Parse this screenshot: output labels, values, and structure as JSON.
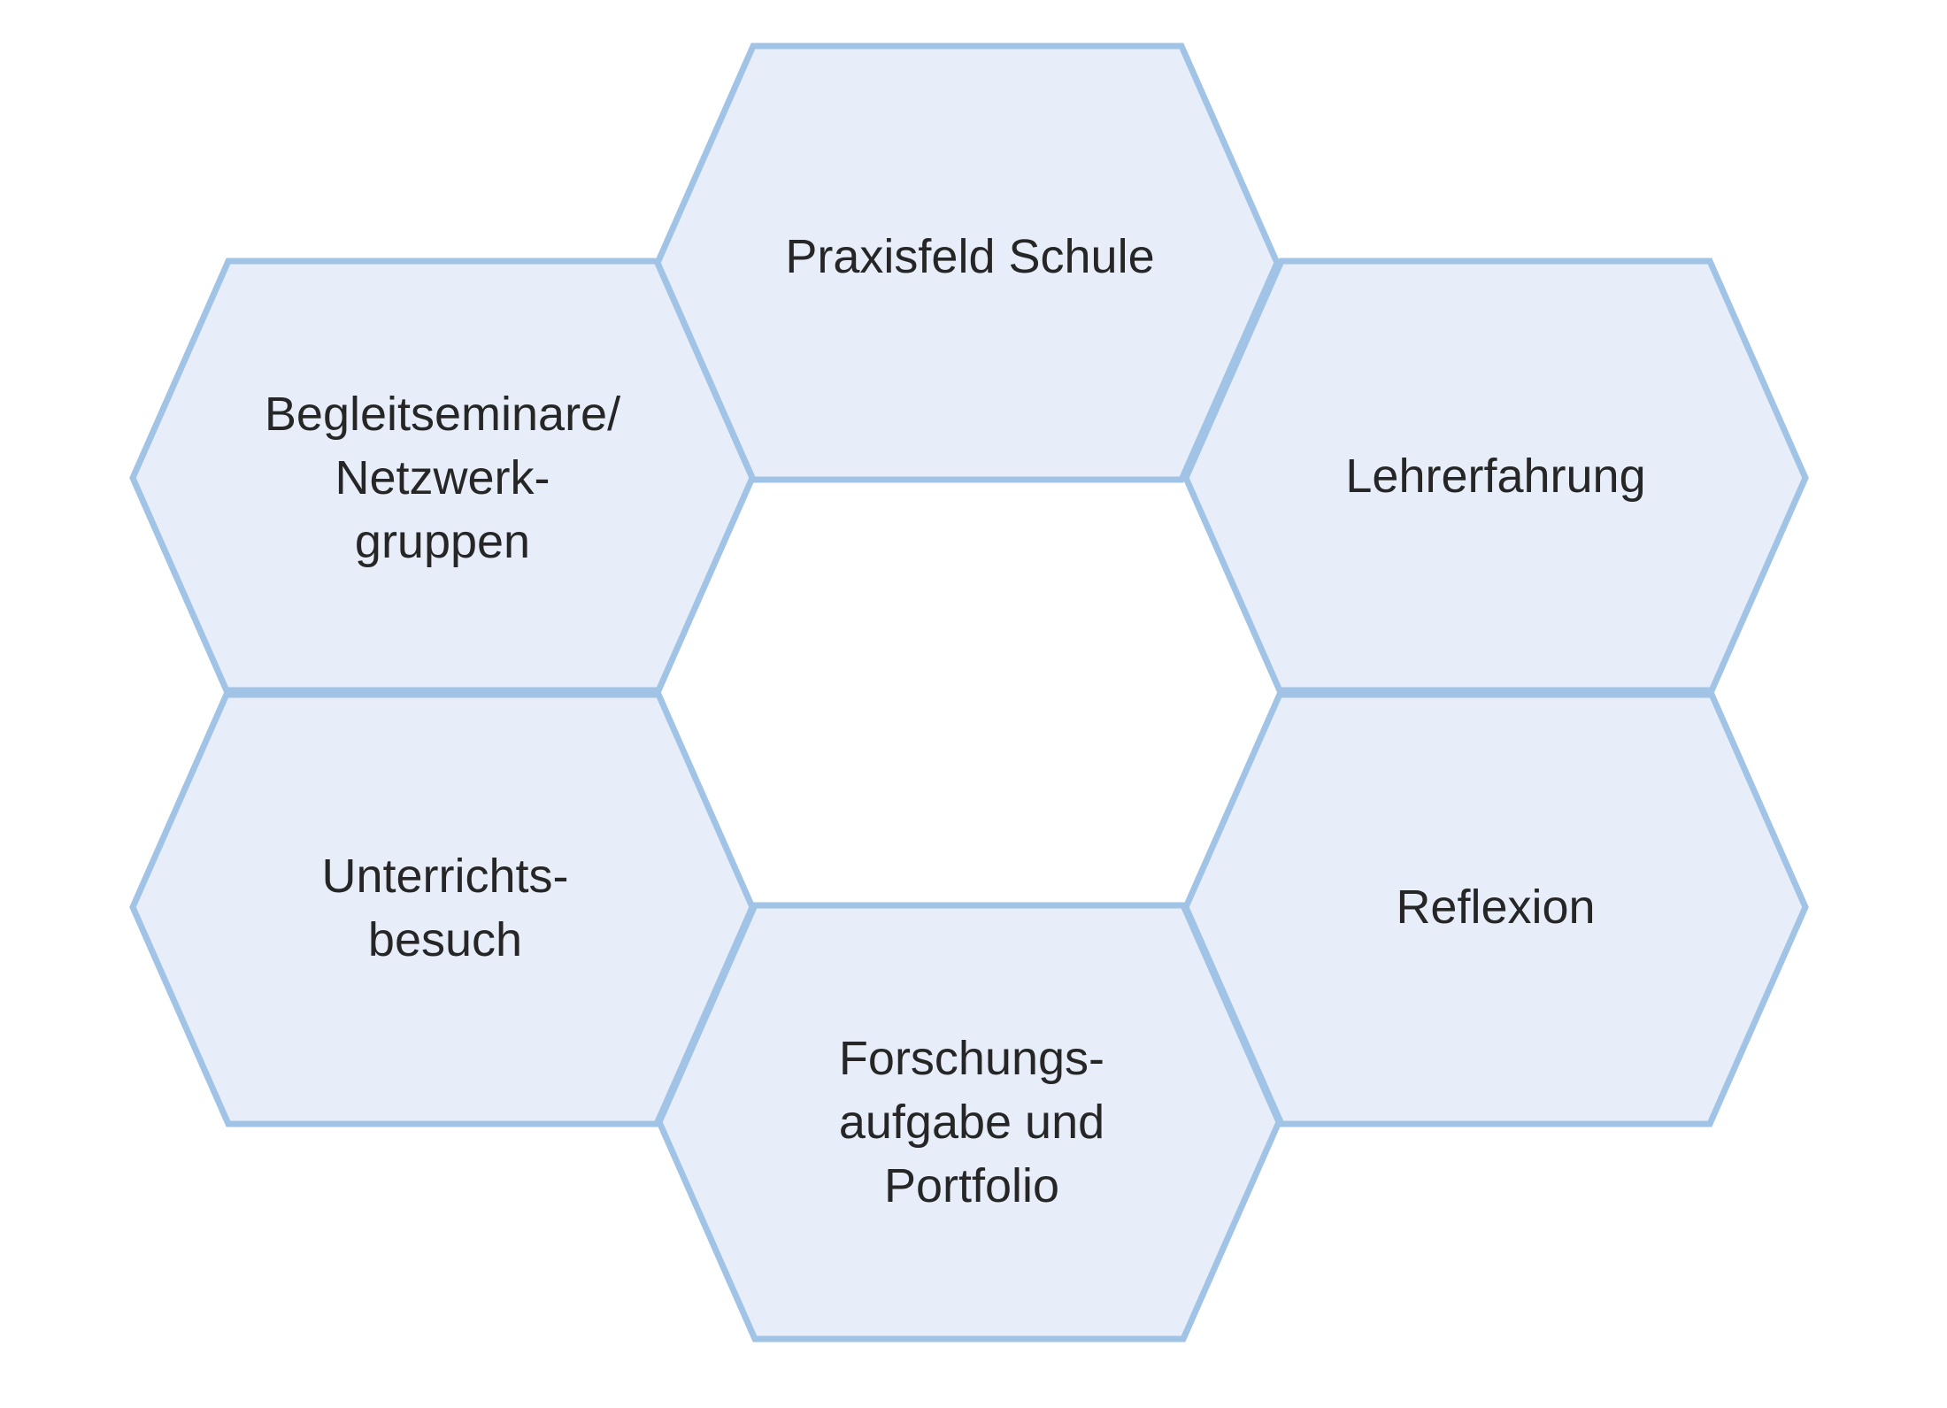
{
  "diagram": {
    "type": "hexagon-ring",
    "description": "Six hexagons arranged in a ring around an empty center",
    "background_color": "#ffffff",
    "hexagon_fill": "#e7eefa",
    "hexagon_border": "#a1c3e5",
    "text_color": "#262626",
    "nodes": [
      {
        "id": "praxisfeld-schule",
        "position": "top",
        "label": "Praxisfeld Schule"
      },
      {
        "id": "begleitseminare-netzwerkgruppen",
        "position": "upper-left",
        "label": "Begleitseminare/\nNetzwerk-\ngruppen"
      },
      {
        "id": "lehrerfahrung",
        "position": "upper-right",
        "label": "Lehrerfahrung"
      },
      {
        "id": "unterrichtsbesuch",
        "position": "lower-left",
        "label": "Unterrichts-\nbesuch"
      },
      {
        "id": "reflexion",
        "position": "lower-right",
        "label": "Reflexion"
      },
      {
        "id": "forschungsaufgabe-portfolio",
        "position": "bottom",
        "label": "Forschungs-\naufgabe und\nPortfolio"
      }
    ]
  }
}
